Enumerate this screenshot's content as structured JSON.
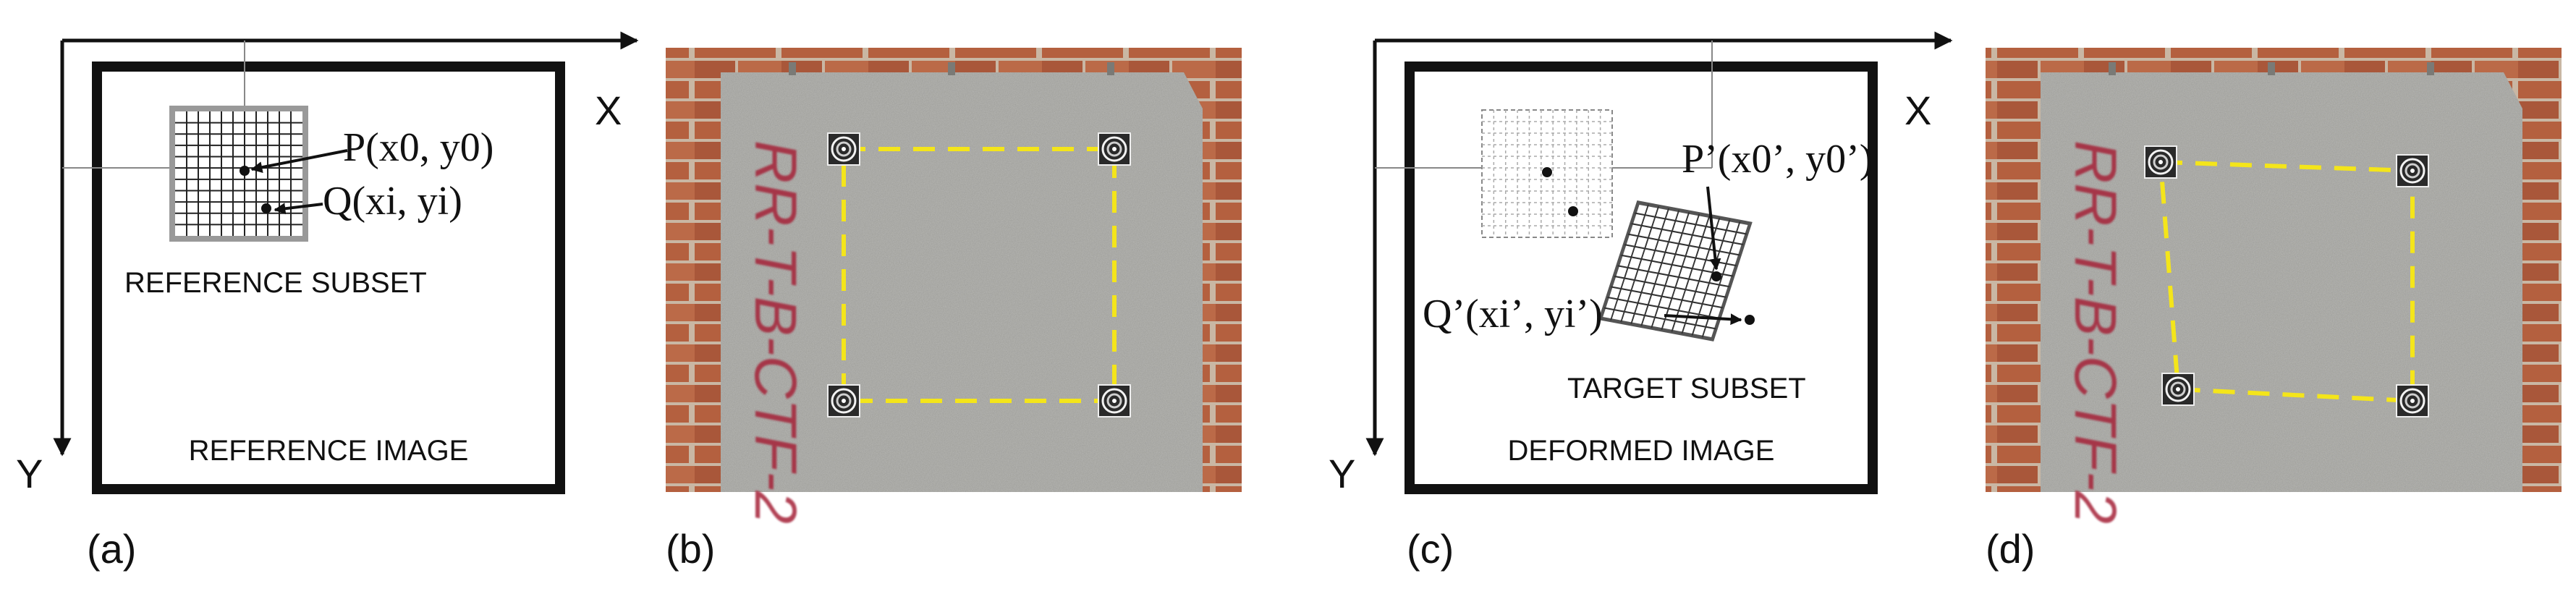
{
  "colors": {
    "ink": "#111111",
    "grid": "#9a9a9a",
    "dashed_outline": "#f4e51a",
    "concrete": "#9c9c98",
    "brick": "#b4603f",
    "mortar": "#c9b7a4",
    "marker_red": "#a52238"
  },
  "panel_a": {
    "label": "(a)",
    "x_axis": "X",
    "y_axis": "Y",
    "point_p": "P(x0, y0)",
    "point_q": "Q(xi, yi)",
    "subset_caption": "REFERENCE SUBSET",
    "image_caption": "REFERENCE IMAGE"
  },
  "panel_b": {
    "label": "(b)",
    "specimen_marking": "RR-T-B-CTF-2"
  },
  "panel_c": {
    "label": "(c)",
    "x_axis": "X",
    "y_axis": "Y",
    "point_p": "P’(x0’, y0’)",
    "point_q": "Q’(xi’, yi’)",
    "subset_caption": "TARGET SUBSET",
    "image_caption": "DEFORMED IMAGE"
  },
  "panel_d": {
    "label": "(d)",
    "specimen_marking": "RR-T-B-CTF-2"
  }
}
